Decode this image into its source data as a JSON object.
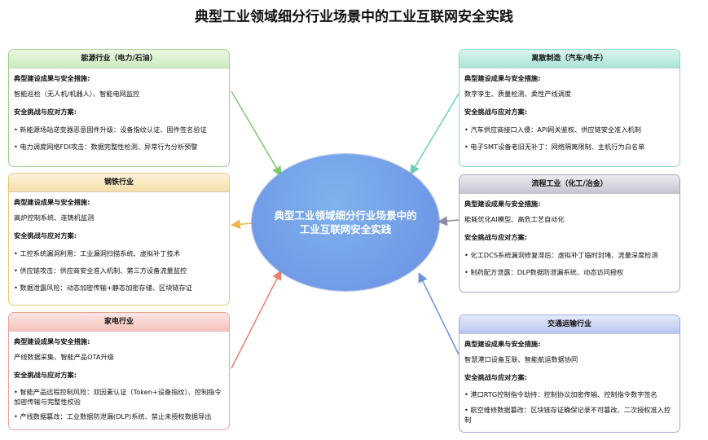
{
  "title": "典型工业领域细分行业场景中的工业互联网安全实践",
  "center": {
    "line1": "典型工业领域细分行业场景中的",
    "line2": "工业互联网安全实践"
  },
  "common": {
    "measures_label": "典型建设成果与安全措施:",
    "challenges_label": "安全挑战与应对方案:"
  },
  "cards": {
    "energy": {
      "title": "能源行业（电力/石油）",
      "measures": "智能巡检（无人机/机器人）、智能电网监控",
      "items": [
        "• 新能源场站逆变器恶意固件升级：设备指纹认证、固件签名验证",
        "• 电力调度网络FDI攻击：数据完整性检测、异常行为分析预警"
      ]
    },
    "steel": {
      "title": "钢铁行业",
      "measures": "高炉控制系统、连铸机监测",
      "items": [
        "• 工控系统漏洞利用：工业漏洞扫描系统、虚拟补丁技术",
        "• 供应链攻击：供应商安全准入机制、第三方设备流量监控",
        "• 数据泄露风险：动态加密传输+静态加密存储、区块链存证"
      ]
    },
    "appliance": {
      "title": "家电行业",
      "measures": "产线数据采集、智能产品OTA升级",
      "items": [
        "• 智能产品远程控制风险：双因素认证（Token+设备指纹）、控制指令加密传输与完整性校验",
        "• 产线数据篡改：工业数据防泄漏(DLP)系统、禁止未授权数据导出"
      ]
    },
    "discrete": {
      "title": "离散制造（汽车/电子）",
      "measures": "数字孪生、质量检测、柔性产线调度",
      "items": [
        "• 汽车供应商接口入侵：API网关鉴权、供应链安全准入机制",
        "• 电子SMT设备老旧无补丁：网络隔离限制、主机行为白名单"
      ]
    },
    "process": {
      "title": "流程工业（化工/冶金）",
      "measures": "能耗优化AI模型、高危工艺自动化",
      "items": [
        "• 化工DCS系统漏洞修复滞后：虚拟补丁临时封堵、流量深度检测",
        "• 制药配方泄露：DLP数据防泄漏系统、动态访问授权"
      ]
    },
    "transport": {
      "title": "交通运输行业",
      "measures": "智慧港口设备互联、智能航运数据协同",
      "items": [
        "• 港口RTG控制指令劫持：控制协议加密传输、控制指令数字签名",
        "• 航空维修数据篡改：区块链存证确保记录不可篡改、二次授权准入控制"
      ]
    }
  },
  "colors": {
    "green": "#7dc86a",
    "yellow": "#e9b84a",
    "red": "#e88070",
    "teal": "#6ccfb8",
    "purple": "#8e8aa0",
    "blue": "#6e8fdc"
  }
}
